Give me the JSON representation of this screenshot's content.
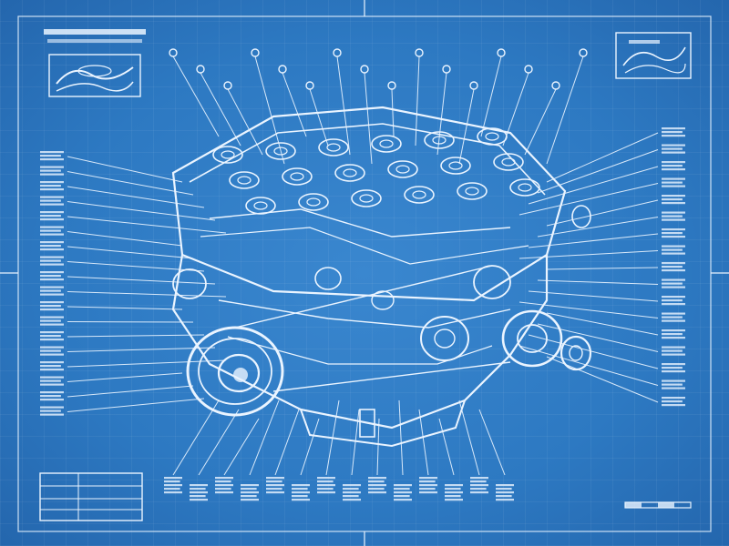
{
  "sheet": {
    "colors": {
      "background": "#2d79c2",
      "line": "#eaf4ff"
    },
    "title_block_icon": "blueprint-title-icon",
    "drawing": "engine-exploded-view-icon",
    "callout_count_left": 18,
    "callout_count_right": 17,
    "callout_count_top": 16,
    "callout_count_bottom": 14
  }
}
